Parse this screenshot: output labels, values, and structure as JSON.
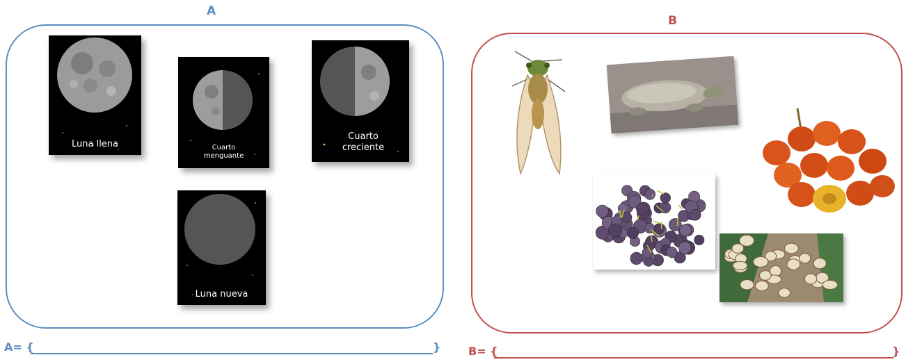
{
  "set_a": {
    "label": "A",
    "color": "#5b8ec0",
    "moons": [
      {
        "caption": "Luna llena",
        "icon": "full-moon-icon"
      },
      {
        "caption": "Cuarto menguante",
        "icon": "waning-quarter-moon-icon"
      },
      {
        "caption": "Cuarto creciente",
        "icon": "waxing-quarter-moon-icon"
      },
      {
        "caption": "Luna nueva",
        "icon": "new-moon-icon"
      }
    ],
    "answer_prefix": "A= {",
    "answer_close": "}"
  },
  "set_b": {
    "label": "B",
    "color": "#c0504d",
    "pictures": [
      "cicada-photo",
      "turtle-photo",
      "palm-fruit-photo",
      "grapes-photo",
      "seeds-on-leaf-photo"
    ],
    "answer_prefix": "B= {",
    "answer_close": "}"
  }
}
